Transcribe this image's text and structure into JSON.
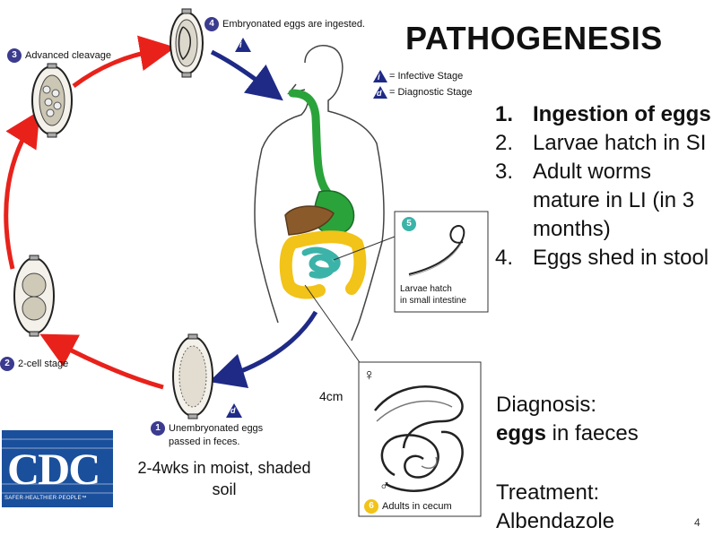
{
  "title": "PATHOGENESIS",
  "steps": [
    {
      "num": "1.",
      "text": "Ingestion of eggs"
    },
    {
      "num": "2.",
      "text": "Larvae  hatch in SI"
    },
    {
      "num": "3.",
      "text": "Adult worms mature in LI (in 3 months)"
    },
    {
      "num": "4.",
      "text": "Eggs shed in stool"
    }
  ],
  "diagnosis": {
    "label": "Diagnosis:",
    "bold": "eggs",
    "rest": " in faeces"
  },
  "treatment": {
    "label": "Treatment:",
    "value": "Albendazole"
  },
  "page_number": "4",
  "lifecycle": {
    "stage1": {
      "badge": "1",
      "text_line1": "Unembryonated eggs",
      "text_line2": "passed in feces."
    },
    "stage2": {
      "badge": "2",
      "text": "2-cell stage"
    },
    "stage3": {
      "badge": "3",
      "text": "Advanced cleavage"
    },
    "stage4": {
      "badge": "4",
      "text": "Embryonated eggs are ingested."
    },
    "stage5": {
      "badge": "5",
      "text_line1": "Larvae hatch",
      "text_line2": "in small intestine"
    },
    "stage6": {
      "badge": "6",
      "text": "Adults in cecum"
    }
  },
  "legend": {
    "infective_symbol": "i",
    "infective_text": "= Infective Stage",
    "diagnostic_symbol": "d",
    "diagnostic_text": "= Diagnostic Stage"
  },
  "soil_note": "2-4wks in moist, shaded soil",
  "size_note": "4cm",
  "female_symbol": "♀",
  "male_symbol": "♂",
  "logo": {
    "text": "CDC",
    "tagline": "SAFER·HEALTHIER·PEOPLE™"
  },
  "colors": {
    "red_arrow": "#e8221b",
    "blue_arrow": "#1f2a86",
    "badge": "#3b3b8f",
    "cdc_blue": "#1a4f9c",
    "gut_green": "#2aa33b",
    "colon_yellow": "#f2c318",
    "stomach_brown": "#8b5a2b",
    "intestine_teal": "#3bb3a8"
  }
}
